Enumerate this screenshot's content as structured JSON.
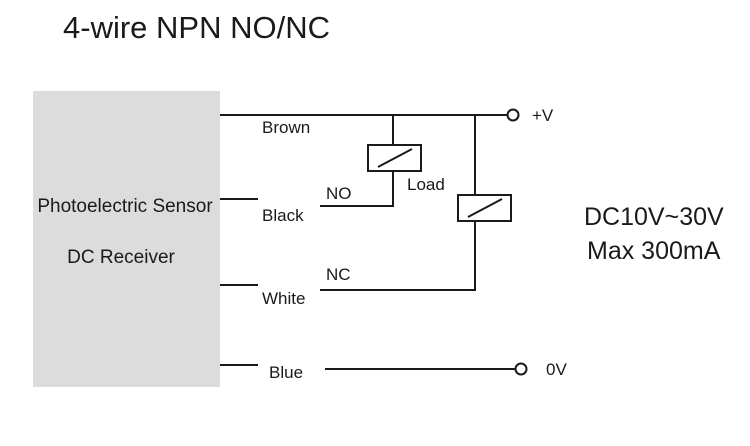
{
  "title": "4-wire NPN NO/NC",
  "sensor_box": {
    "line1": "Photoelectric  Sensor",
    "line2": "DC Receiver"
  },
  "wires": {
    "brown": "Brown",
    "black": "Black",
    "white": "White",
    "blue": "Blue"
  },
  "contacts": {
    "no": "NO",
    "nc": "NC"
  },
  "load_label": "Load",
  "terminals": {
    "positive": "+V",
    "zero": "0V"
  },
  "specs": {
    "voltage": "DC10V~30V",
    "current": "Max 300mA"
  },
  "colors": {
    "sensor_box_fill": "#dcdcdc",
    "line": "#1a1a1a"
  }
}
